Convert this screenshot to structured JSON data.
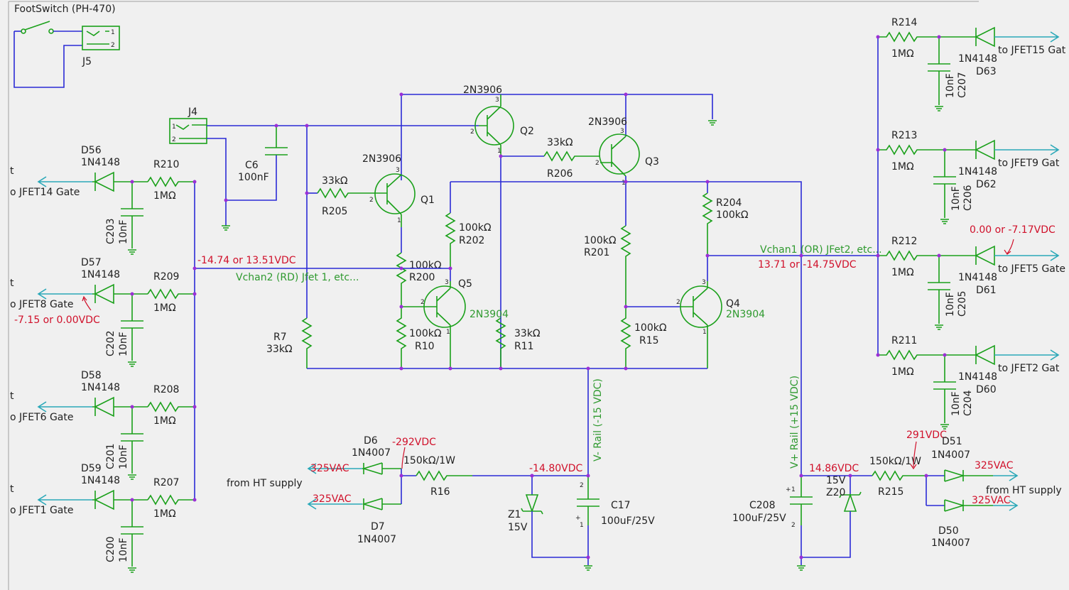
{
  "title": "FootSwitch (PH-470)",
  "colors": {
    "wire": "#2b2bd6",
    "component": "#1aa01a",
    "net_label": "#2f9a2f",
    "annotation": "#d0102a",
    "flag": "#2aa8b8",
    "junction": "#9b2fd6",
    "background": "#f0f0f0"
  },
  "connectors": {
    "j5": {
      "ref": "J5",
      "pin1": "1",
      "pin2": "2"
    },
    "j4": {
      "ref": "J4",
      "pin1": "1",
      "pin2": "2"
    }
  },
  "caps": {
    "c6": {
      "ref": "C6",
      "value": "100nF"
    },
    "c17": {
      "ref": "C17",
      "value": "100uF/25V"
    },
    "c208": {
      "ref": "C208",
      "value": "100uF/25V"
    },
    "c203": {
      "ref": "C203",
      "value": "10nF"
    },
    "c202": {
      "ref": "C202",
      "value": "10nF"
    },
    "c201": {
      "ref": "C201",
      "value": "10nF"
    },
    "c200": {
      "ref": "C200",
      "value": "10nF"
    },
    "c207": {
      "ref": "C207",
      "value": "10nF"
    },
    "c206": {
      "ref": "C206",
      "value": "10nF"
    },
    "c205": {
      "ref": "C205",
      "value": "10nF"
    },
    "c204": {
      "ref": "C204",
      "value": "10nF"
    }
  },
  "transistors": {
    "q1": {
      "ref": "Q1",
      "type": "2N3906"
    },
    "q2": {
      "ref": "Q2",
      "type": "2N3906"
    },
    "q3": {
      "ref": "Q3",
      "type": "2N3906"
    },
    "q4": {
      "ref": "Q4",
      "type": "2N3904"
    },
    "q5": {
      "ref": "Q5",
      "type": "2N3904"
    }
  },
  "resistors": {
    "r205": {
      "ref": "R205",
      "value": "33kΩ"
    },
    "r206": {
      "ref": "R206",
      "value": "33kΩ"
    },
    "r202": {
      "ref": "R202",
      "value": "100kΩ"
    },
    "r200": {
      "ref": "R200",
      "value": "100kΩ"
    },
    "r10": {
      "ref": "R10",
      "value": "100kΩ"
    },
    "r11": {
      "ref": "R11",
      "value": "33kΩ"
    },
    "r7": {
      "ref": "R7",
      "value": "33kΩ"
    },
    "r201": {
      "ref": "R201",
      "value": "100kΩ"
    },
    "r204": {
      "ref": "R204",
      "value": "100kΩ"
    },
    "r15": {
      "ref": "R15",
      "value": "100kΩ"
    },
    "r16": {
      "ref": "R16",
      "value": "150kΩ/1W"
    },
    "r215": {
      "ref": "R215",
      "value": "150kΩ/1W"
    },
    "r210": {
      "ref": "R210",
      "value": "1MΩ"
    },
    "r209": {
      "ref": "R209",
      "value": "1MΩ"
    },
    "r208": {
      "ref": "R208",
      "value": "1MΩ"
    },
    "r207": {
      "ref": "R207",
      "value": "1MΩ"
    },
    "r214": {
      "ref": "R214",
      "value": "1MΩ"
    },
    "r213": {
      "ref": "R213",
      "value": "1MΩ"
    },
    "r212": {
      "ref": "R212",
      "value": "1MΩ"
    },
    "r211": {
      "ref": "R211",
      "value": "1MΩ"
    }
  },
  "diodes": {
    "d56": {
      "ref": "D56",
      "type": "1N4148"
    },
    "d57": {
      "ref": "D57",
      "type": "1N4148"
    },
    "d58": {
      "ref": "D58",
      "type": "1N4148"
    },
    "d59": {
      "ref": "D59",
      "type": "1N4148"
    },
    "d63": {
      "ref": "D63",
      "type": "1N4148"
    },
    "d62": {
      "ref": "D62",
      "type": "1N4148"
    },
    "d61": {
      "ref": "D61",
      "type": "1N4148"
    },
    "d60": {
      "ref": "D60",
      "type": "1N4148"
    },
    "d6": {
      "ref": "D6",
      "type": "1N4007"
    },
    "d7": {
      "ref": "D7",
      "type": "1N4007"
    },
    "d51": {
      "ref": "D51",
      "type": "1N4007"
    },
    "d50": {
      "ref": "D50",
      "type": "1N4007"
    },
    "z1": {
      "ref": "Z1",
      "type": "15V"
    },
    "z20": {
      "ref": "Z20",
      "type": "15V"
    }
  },
  "outputs": {
    "left": [
      "o JFET14 Gate",
      "o JFET8 Gate",
      "o JFET6 Gate",
      "o JFET1 Gate"
    ],
    "right": [
      "to JFET15 Gat",
      "to JFET9 Gat",
      "to JFET5 Gate",
      "to JFET2 Gat"
    ],
    "left_stub": "t"
  },
  "nets": {
    "vchan2": "Vchan2 (RD) Jfet 1, etc...",
    "vchan1": "Vchan1 (OR) JFet2, etc...",
    "vminus": "V- Rail (-15 VDC)",
    "vplus": "V+ Rail (+15 VDC)",
    "supply_left": "from HT supply",
    "supply_right": "from HT supply",
    "ac1": "325VAC",
    "ac2": "325VAC",
    "ac3": "325VAC",
    "ac4": "325VAC"
  },
  "measurements": {
    "vchan2": "-14.74 or 13.51VDC",
    "vchan1": "13.71 or -14.75VDC",
    "jfet8": "-7.15 or 0.00VDC",
    "jfet5": "0.00 or -7.17VDC",
    "neg_hv": "-292VDC",
    "pos_hv": "291VDC",
    "neg_rail": "-14.80VDC",
    "pos_rail": "14.86VDC"
  },
  "pins": {
    "p1": "1",
    "p2": "2",
    "p3": "3",
    "plus": "+"
  }
}
